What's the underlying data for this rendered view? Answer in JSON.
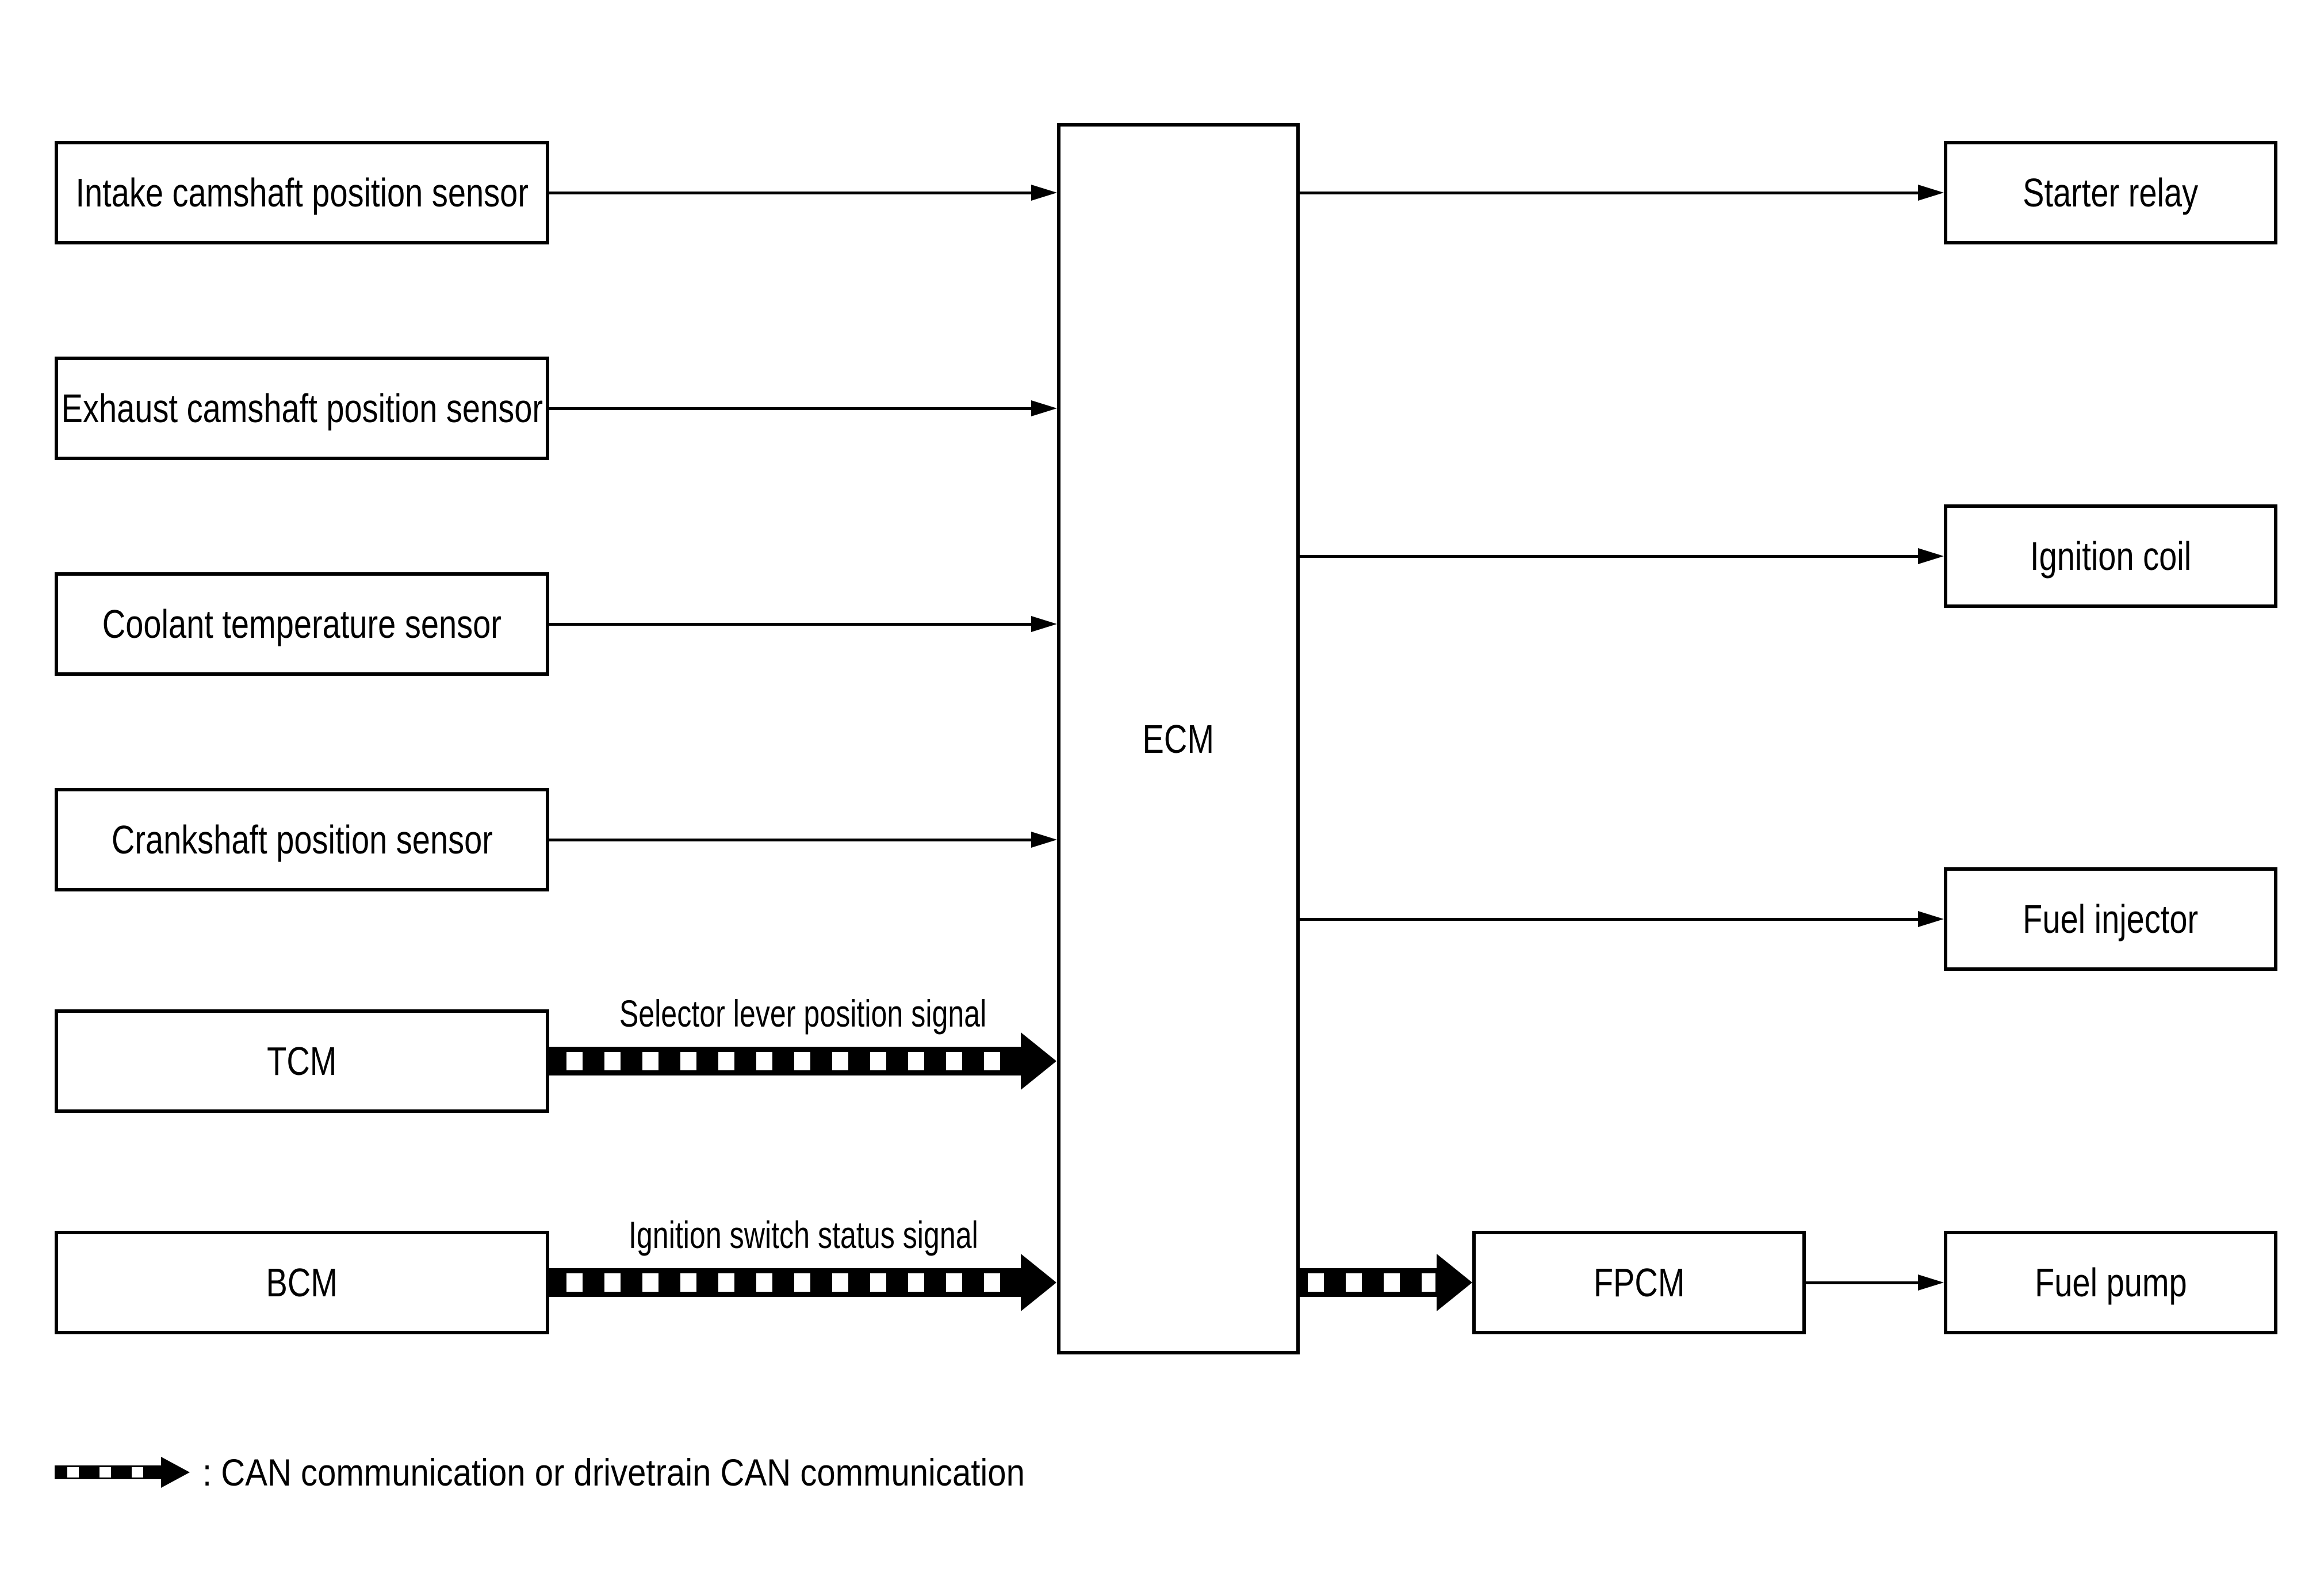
{
  "colors": {
    "background": "#ffffff",
    "ink": "#000000"
  },
  "center": {
    "label": "ECM"
  },
  "inputs": {
    "intake": {
      "label": "Intake camshaft position sensor"
    },
    "exhaust": {
      "label": "Exhaust camshaft position sensor"
    },
    "coolant": {
      "label": "Coolant temperature sensor"
    },
    "crankshaft": {
      "label": "Crankshaft position sensor"
    },
    "tcm": {
      "label": "TCM",
      "signal": "Selector lever position signal"
    },
    "bcm": {
      "label": "BCM",
      "signal": "Ignition switch status signal"
    }
  },
  "outputs": {
    "starter_relay": {
      "label": "Starter relay"
    },
    "ignition_coil": {
      "label": "Ignition coil"
    },
    "fuel_injector": {
      "label": "Fuel injector"
    },
    "fpcm": {
      "label": "FPCM"
    },
    "fuel_pump": {
      "label": "Fuel pump"
    }
  },
  "legend": {
    "text": ": CAN communication or drivetrain CAN communication"
  }
}
